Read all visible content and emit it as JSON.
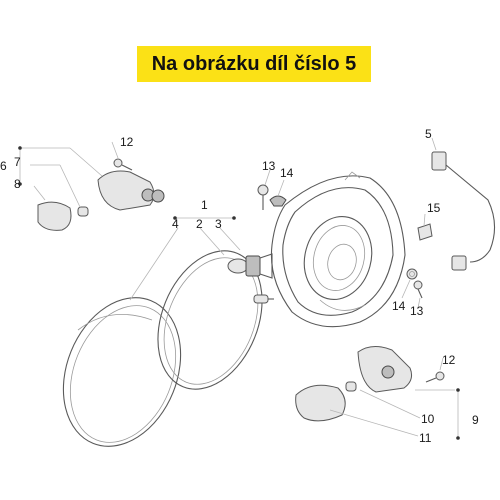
{
  "header": {
    "title": "Na obrázku díl číslo 5"
  },
  "callouts": {
    "n1": "1",
    "n2": "2",
    "n3": "3",
    "n4": "4",
    "n5": "5",
    "n6": "6",
    "n7": "7",
    "n8": "8",
    "n9": "9",
    "n10": "10",
    "n11": "11",
    "n12a": "12",
    "n12b": "12",
    "n13a": "13",
    "n13b": "13",
    "n14a": "14",
    "n14b": "14",
    "n15": "15"
  },
  "colors": {
    "banner": "#fbe116",
    "line": "#5a5a5a",
    "leader": "#b6b6b6"
  }
}
